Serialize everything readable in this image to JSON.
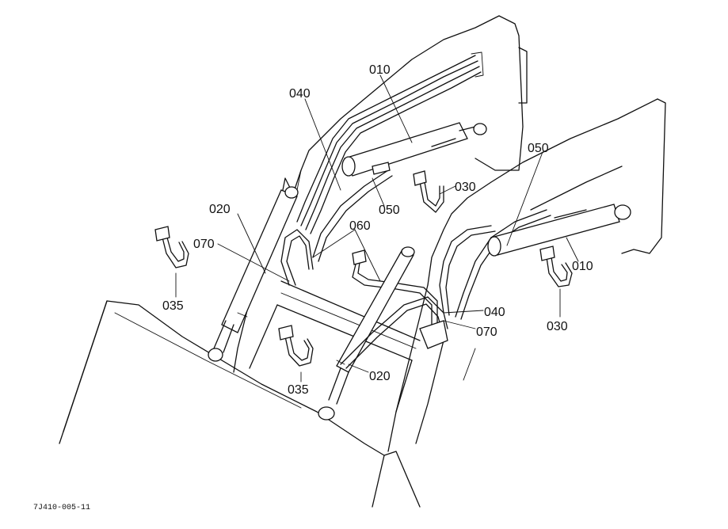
{
  "callouts": {
    "c010a": "010",
    "c040a": "040",
    "c050a": "050",
    "c030a": "030",
    "c050b": "050",
    "c020a": "020",
    "c070a": "070",
    "c060": "060",
    "c010b": "010",
    "c035a": "035",
    "c040b": "040",
    "c070b": "070",
    "c030b": "030",
    "c020b": "020",
    "c035b": "035"
  },
  "drawing_code": "7J410-005-11"
}
